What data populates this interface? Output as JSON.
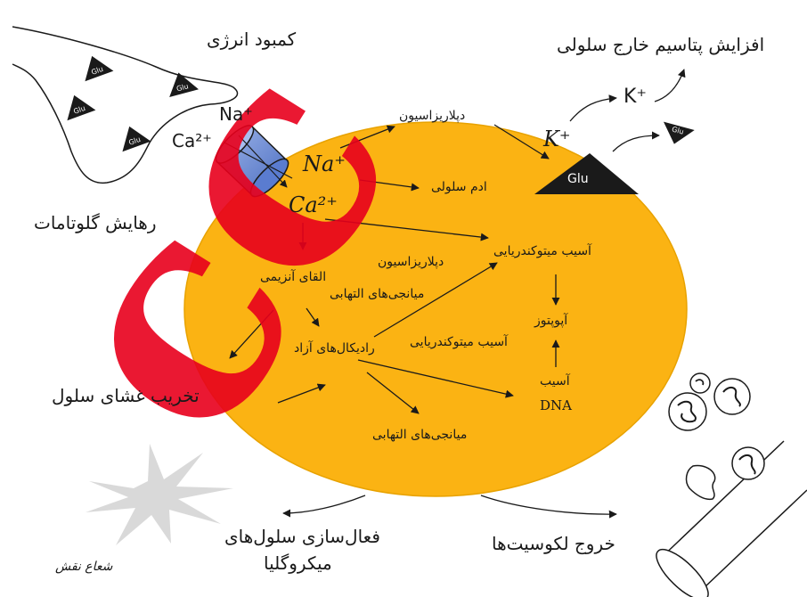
{
  "labels": {
    "energy_deficit": "کمبود انرژی",
    "k_extracellular": "افزایش پتاسیم خارج سلولی",
    "glutamate_release": "رهایش گلوتامات",
    "membrane_damage": "تخریب غشای سلول",
    "microglia_activation_line1": "فعال‌سازی سلول‌های",
    "microglia_activation_line2": "میکروگلیا",
    "leukocyte_exit": "خروج لکوسیت‌ها",
    "depolarization_top": "دپلاریزاسیون",
    "cell_edema": "ادم سلولی",
    "mito_damage_top": "آسیب میتوکندریایی",
    "enzyme_induction": "القای آنزیمی",
    "depolarization_mid": "دپلاریزاسیون",
    "inflammatory_mediators_top": "میانجی‌های التهابی",
    "apoptosis": "آپوپتوز",
    "free_radicals": "رادیکال‌های آزاد",
    "mito_damage_mid": "آسیب میتوکندریایی",
    "dna_damage": "آسیب",
    "dna": "DNA",
    "inflammatory_mediators_bottom": "میانجی‌های التهابی"
  },
  "ions": {
    "na_channel": "Na⁺",
    "ca_channel": "Ca²⁺",
    "na_cell": "Na⁺",
    "ca_cell": "Ca²⁺",
    "k_cell": "K⁺",
    "k_out": "K⁺"
  },
  "glu": {
    "label": "Glu"
  },
  "watermark": {
    "text": "cc",
    "color": "#e8001c"
  },
  "signature": {
    "text": "شعاع نقش"
  },
  "colors": {
    "cell": "#fbb313",
    "cell_stroke": "#e8a200",
    "channel": "#6d8fd6",
    "arrow": "#1a1a1a"
  }
}
